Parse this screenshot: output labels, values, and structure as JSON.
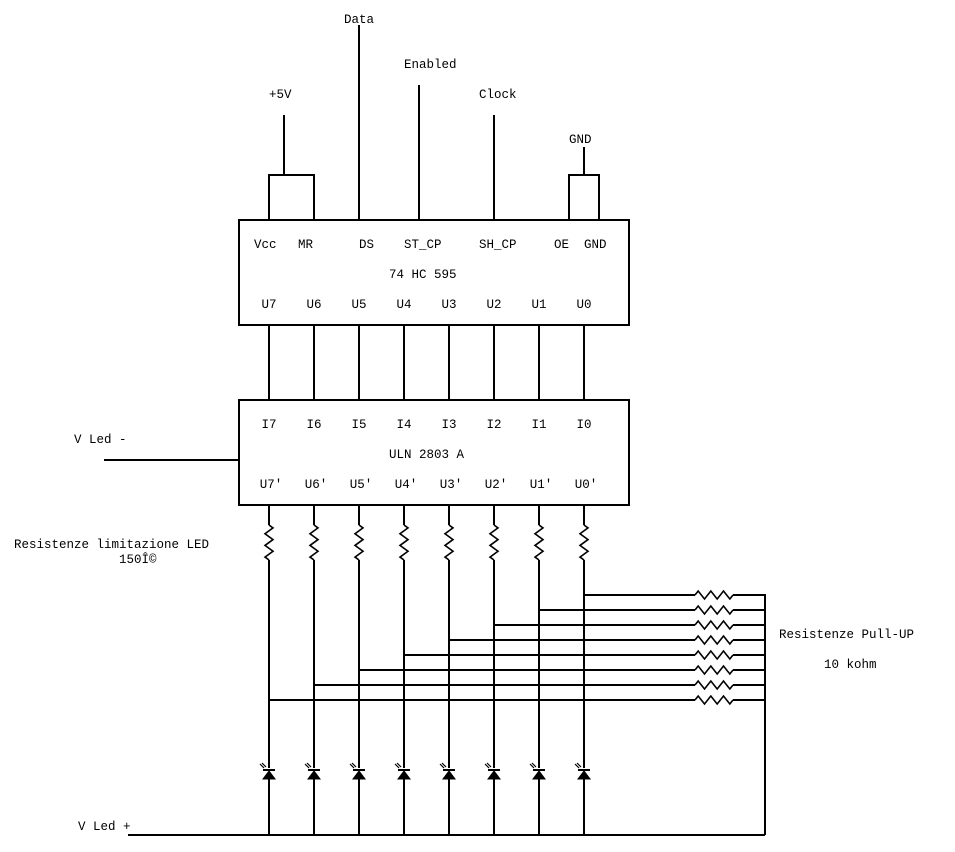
{
  "signals": {
    "power": "+5V",
    "data": "Data",
    "enabled": "Enabled",
    "clock": "Clock",
    "ground": "GND"
  },
  "shift_register": {
    "name": "74 HC 595",
    "top_pins": [
      "Vcc",
      "MR",
      "DS",
      "ST_CP",
      "SH_CP",
      "OE",
      "GND"
    ],
    "outputs": [
      "U7",
      "U6",
      "U5",
      "U4",
      "U3",
      "U2",
      "U1",
      "U0"
    ]
  },
  "driver": {
    "name": "ULN 2803 A",
    "inputs": [
      "I7",
      "I6",
      "I5",
      "I4",
      "I3",
      "I2",
      "I1",
      "I0"
    ],
    "outputs": [
      "U7'",
      "U6'",
      "U5'",
      "U4'",
      "U3'",
      "U2'",
      "U1'",
      "U0'"
    ]
  },
  "supply": {
    "v_led_minus": "V Led -",
    "v_led_plus": "V Led +"
  },
  "led_resistors": {
    "label": "Resistenze limitazione LED",
    "value": "150Î©",
    "count": 8
  },
  "pullup_resistors": {
    "label": "Resistenze Pull-UP",
    "value": "10 kohm",
    "count": 8
  },
  "leds": {
    "count": 8
  }
}
